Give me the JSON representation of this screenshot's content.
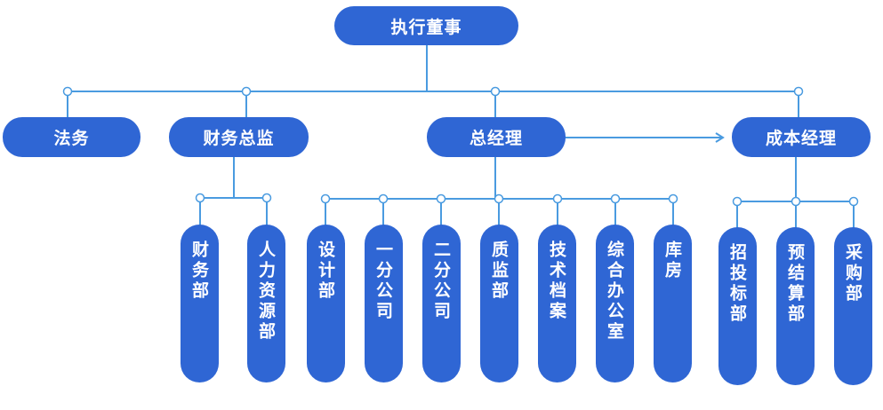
{
  "colors": {
    "node": "#2F66D4",
    "line": "#4A9BE0",
    "text": "#ffffff"
  },
  "nodes": {
    "executive_director": "执行董事",
    "legal": "法务",
    "finance_director": "财务总监",
    "general_manager": "总经理",
    "cost_manager": "成本经理",
    "finance_dept": "财务部",
    "hr_dept": "人力资源部",
    "design_dept": "设计部",
    "branch_one": "一分公司",
    "branch_two": "二分公司",
    "quality_dept": "质监部",
    "tech_archive": "技术档案",
    "general_office": "综合办公室",
    "warehouse": "库房",
    "bidding_dept": "招投标部",
    "budget_dept": "预结算部",
    "purchasing_dept": "采购部"
  }
}
